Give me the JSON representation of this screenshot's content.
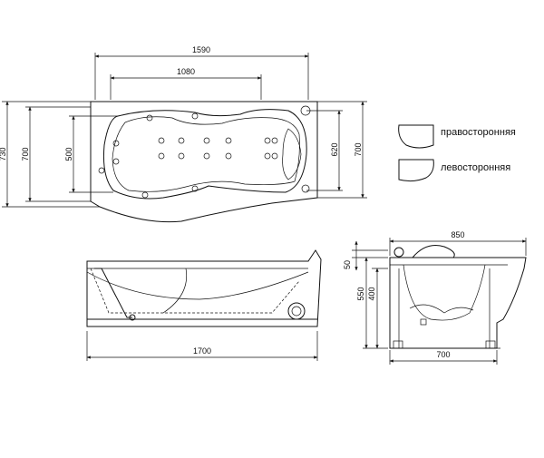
{
  "top_view": {
    "dim_1590": "1590",
    "dim_1080": "1080",
    "dim_730": "730",
    "dim_700_left": "700",
    "dim_500": "500",
    "dim_620": "620",
    "dim_700_right": "700"
  },
  "legend": {
    "right_label": "правосторонняя",
    "left_label": "левосторонняя"
  },
  "side_view": {
    "dim_1700": "1700"
  },
  "end_view": {
    "dim_850": "850",
    "dim_50": "50",
    "dim_550": "550",
    "dim_400": "400",
    "dim_700": "700"
  }
}
